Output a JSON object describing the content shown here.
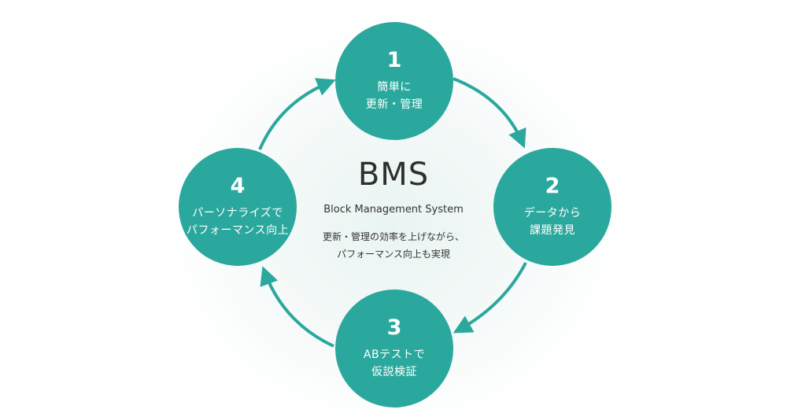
{
  "colors": {
    "accent": "#2ba89d",
    "text": "#333333",
    "background_glow": "#e9f4f2"
  },
  "steps": [
    {
      "number": "1",
      "lines": [
        "簡単に",
        "更新・管理"
      ]
    },
    {
      "number": "2",
      "lines": [
        "データから",
        "課題発見"
      ]
    },
    {
      "number": "3",
      "lines": [
        "ABテストで",
        "仮説検証"
      ]
    },
    {
      "number": "4",
      "lines": [
        "パーソナライズで",
        "パフォーマンス向上"
      ]
    }
  ],
  "center": {
    "title": "BMS",
    "subtitle": "Block Management System",
    "description": [
      "更新・管理の効率を上げながら、",
      "パフォーマンス向上も実現"
    ]
  }
}
